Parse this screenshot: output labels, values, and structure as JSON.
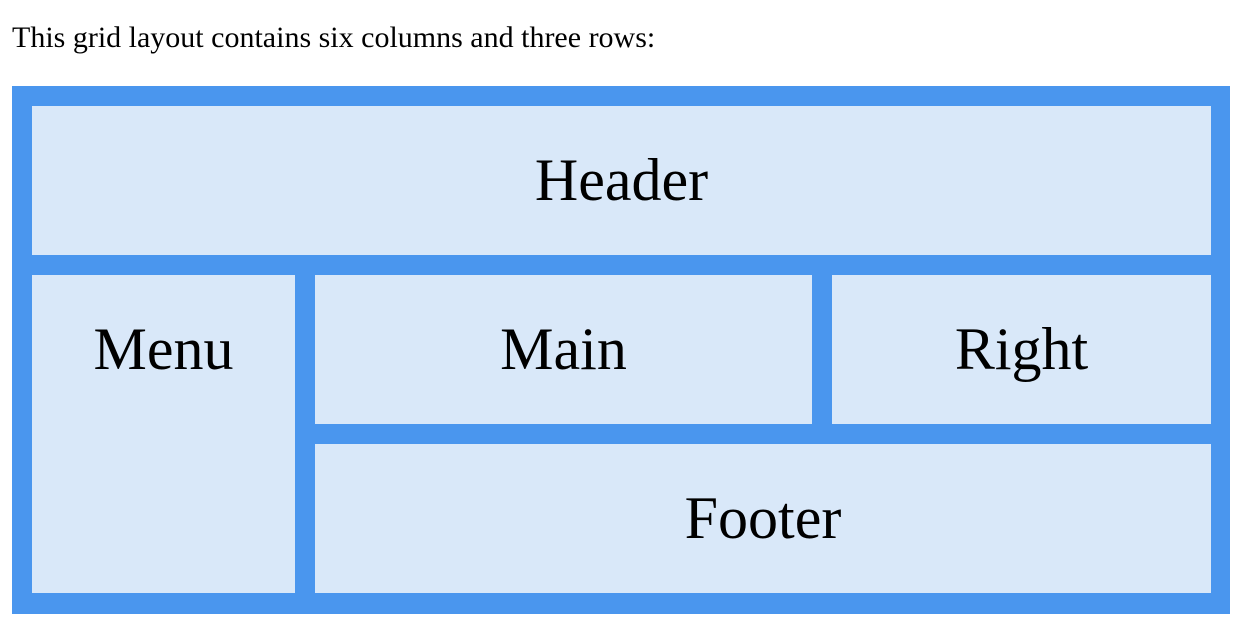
{
  "intro_text": "This grid layout contains six columns and three rows:",
  "grid": {
    "header": "Header",
    "menu": "Menu",
    "main": "Main",
    "right": "Right",
    "footer": "Footer"
  },
  "colors": {
    "container": "#4a96ee",
    "cell": "#d9e8f9",
    "text": "#000000"
  }
}
